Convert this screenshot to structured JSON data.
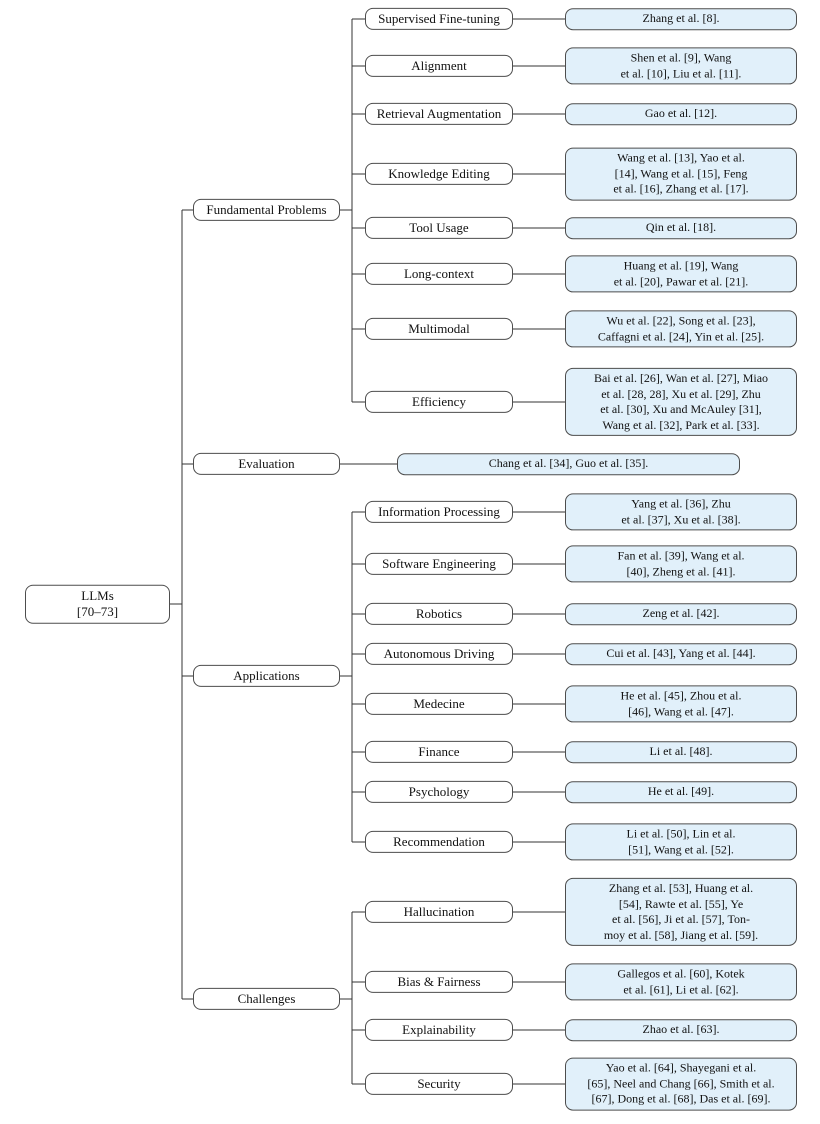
{
  "colors": {
    "citation_fill": "#e1f0fa",
    "node_fill": "#ffffff",
    "box_border": "#4d4d4d",
    "connector_line": "#333333"
  },
  "tree": {
    "root": {
      "label": "LLMs\n[70–73]"
    },
    "branches": [
      {
        "label": "Fundamental Problems",
        "children": [
          {
            "label": "Supervised Fine-tuning",
            "refs": "Zhang et al. [8]."
          },
          {
            "label": "Alignment",
            "refs": "Shen et al. [9], Wang\net al. [10], Liu et al. [11]."
          },
          {
            "label": "Retrieval Augmentation",
            "refs": "Gao et al. [12]."
          },
          {
            "label": "Knowledge Editing",
            "refs": "Wang et al. [13], Yao et al.\n[14], Wang et al. [15], Feng\net al. [16], Zhang et al. [17]."
          },
          {
            "label": "Tool Usage",
            "refs": "Qin et al. [18]."
          },
          {
            "label": "Long-context",
            "refs": "Huang et al. [19], Wang\net al. [20], Pawar et al. [21]."
          },
          {
            "label": "Multimodal",
            "refs": "Wu et al. [22], Song et al. [23],\nCaffagni et al. [24], Yin et al. [25]."
          },
          {
            "label": "Efficiency",
            "refs": "Bai et al. [26], Wan et al. [27], Miao\net al. [28, 28], Xu et al. [29], Zhu\net al. [30], Xu and McAuley [31],\nWang et al. [32], Park et al. [33]."
          }
        ]
      },
      {
        "label": "Evaluation",
        "refs": "Chang et al. [34], Guo et al. [35]."
      },
      {
        "label": "Applications",
        "children": [
          {
            "label": "Information Processing",
            "refs": "Yang et al. [36], Zhu\net al. [37], Xu et al. [38]."
          },
          {
            "label": "Software Engineering",
            "refs": "Fan et al. [39], Wang et al.\n[40], Zheng et al. [41]."
          },
          {
            "label": "Robotics",
            "refs": "Zeng et al. [42]."
          },
          {
            "label": "Autonomous Driving",
            "refs": "Cui et al. [43], Yang et al. [44]."
          },
          {
            "label": "Medecine",
            "refs": "He et al. [45], Zhou et al.\n[46], Wang et al. [47]."
          },
          {
            "label": "Finance",
            "refs": "Li et al. [48]."
          },
          {
            "label": "Psychology",
            "refs": "He et al. [49]."
          },
          {
            "label": "Recommendation",
            "refs": "Li et al. [50], Lin et al.\n[51], Wang et al. [52]."
          }
        ]
      },
      {
        "label": "Challenges",
        "children": [
          {
            "label": "Hallucination",
            "refs": "Zhang et al. [53], Huang et al.\n[54], Rawte et al. [55], Ye\net al. [56], Ji et al. [57], Ton-\nmoy et al. [58], Jiang et al. [59]."
          },
          {
            "label": "Bias & Fairness",
            "refs": "Gallegos et al. [60], Kotek\net al. [61], Li et al. [62]."
          },
          {
            "label": "Explainability",
            "refs": "Zhao et al. [63]."
          },
          {
            "label": "Security",
            "refs": "Yao et al. [64], Shayegani et al.\n[65], Neel and Chang [66], Smith et al.\n[67], Dong et al. [68], Das et al. [69]."
          }
        ]
      }
    ]
  }
}
